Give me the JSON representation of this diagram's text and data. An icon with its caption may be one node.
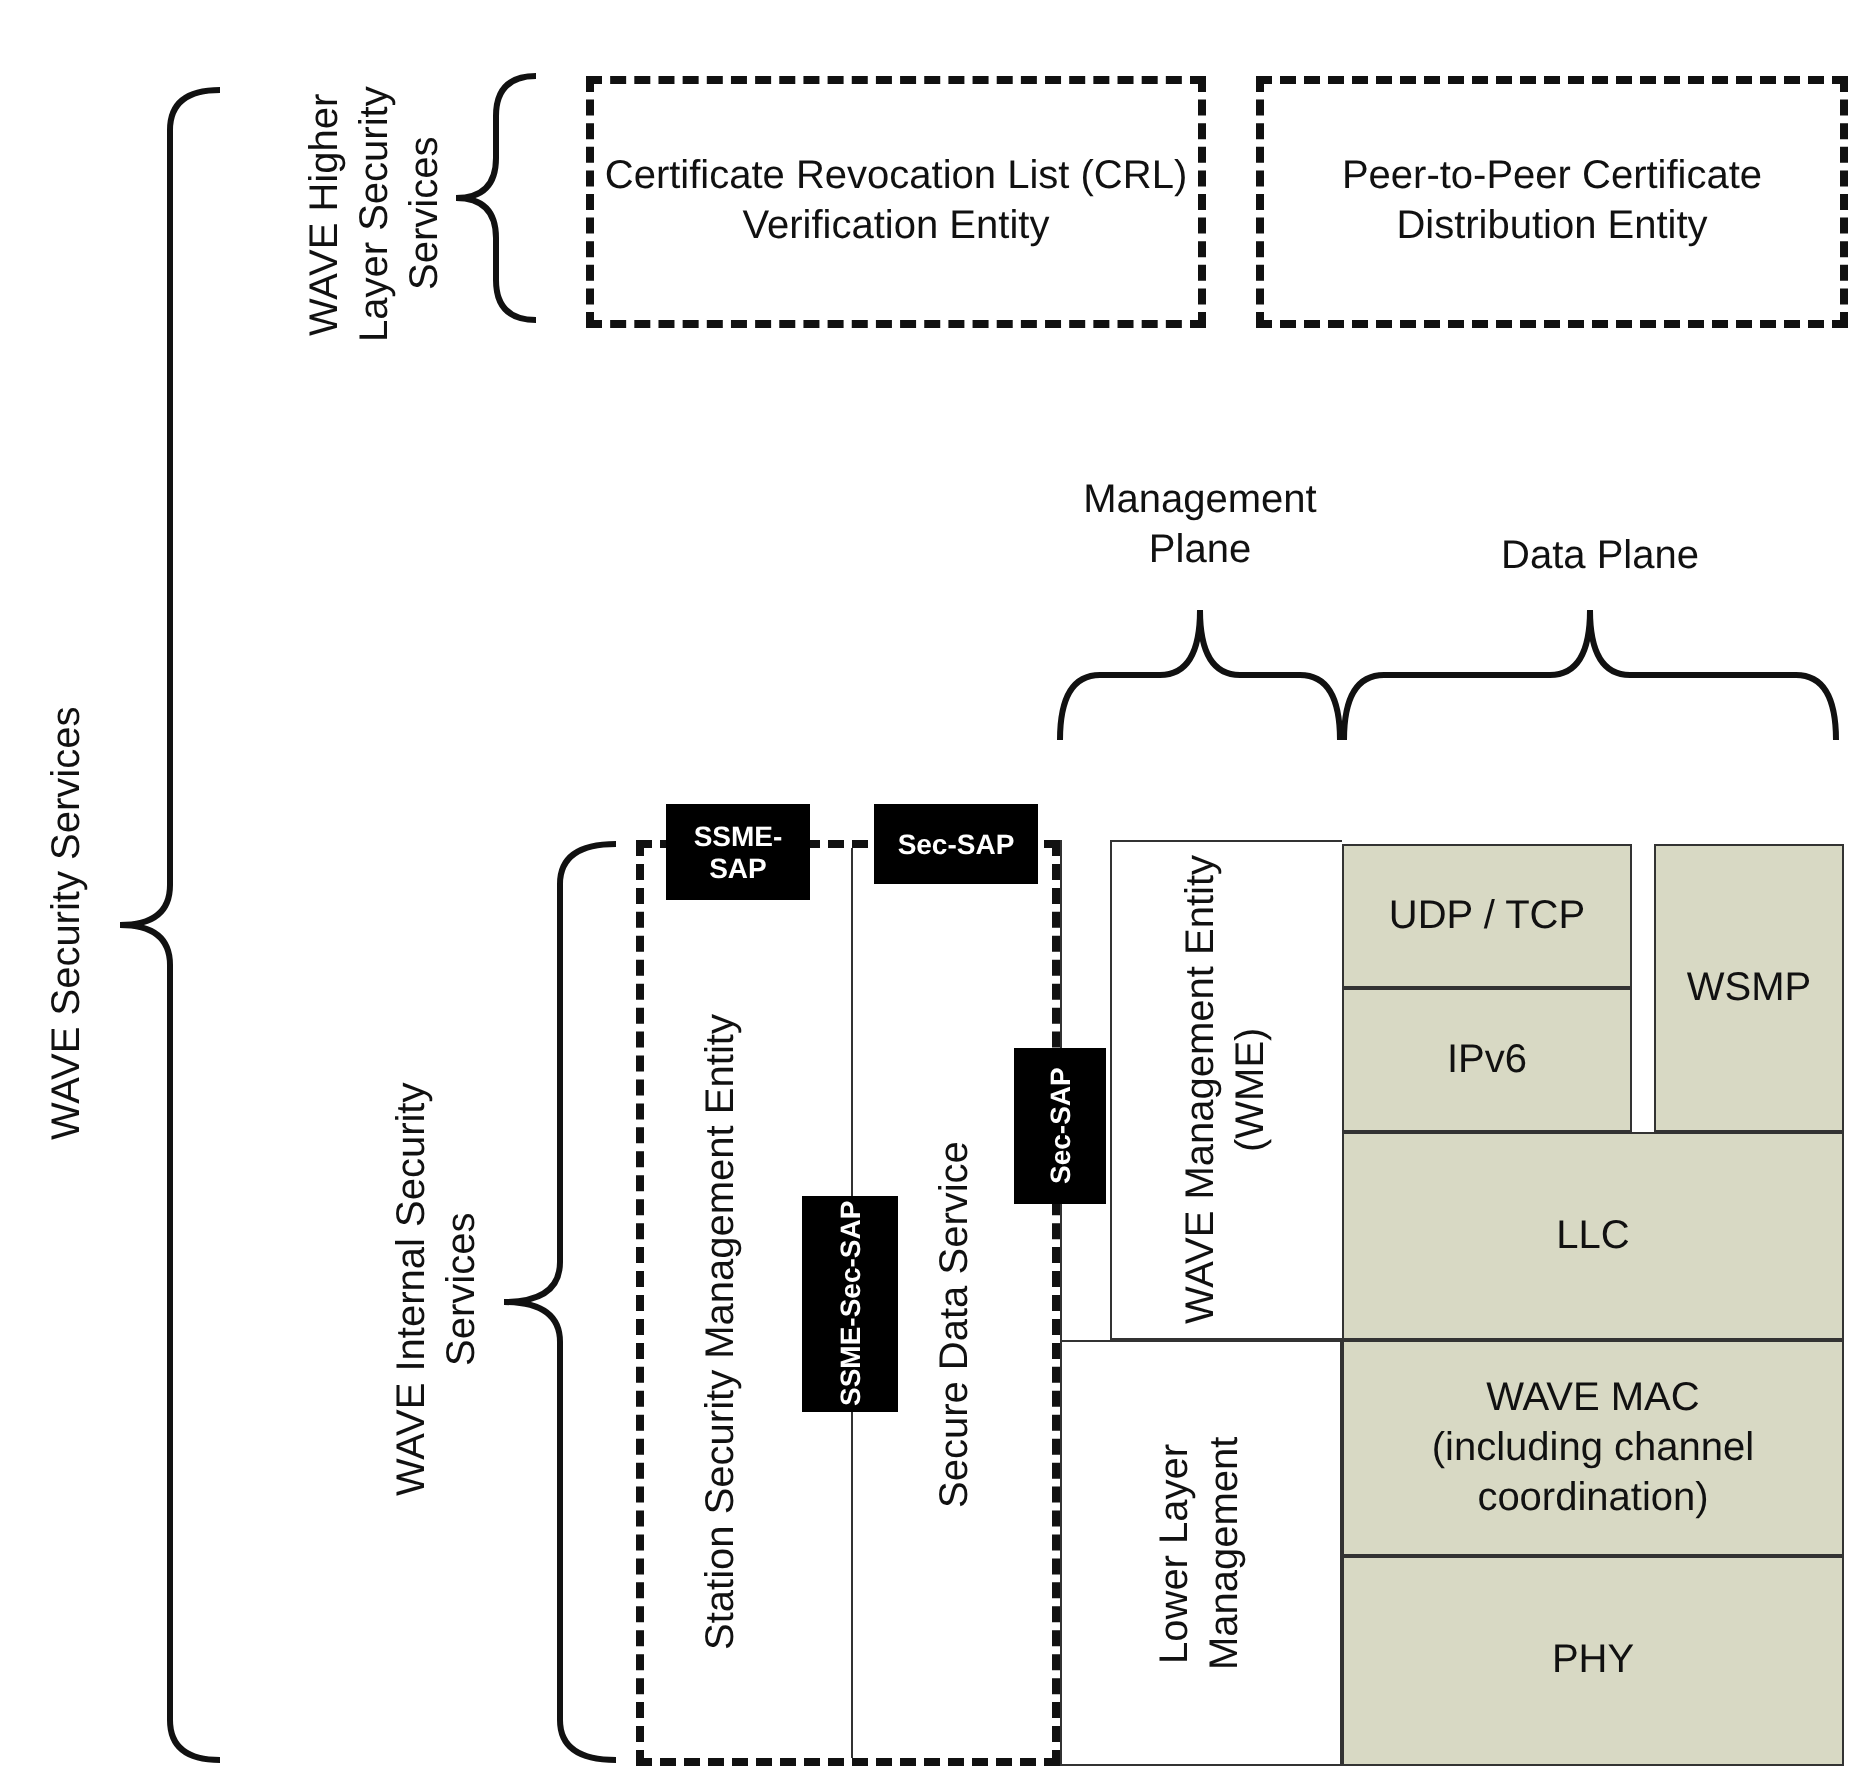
{
  "diagram": {
    "nodes": [
      {
        "text": [
          "Certificate Revocation List (CRL) Verification Entity"
        ]
      },
      {
        "text": [
          "Peer-to-Peer Certificate Distribution Entity"
        ]
      },
      {
        "text": [
          "SSME-SAP"
        ]
      },
      {
        "text": [
          "Sec-SAP"
        ]
      },
      {
        "text": [
          "Station Security Management Entity"
        ]
      },
      {
        "text": [
          "SSME-Sec-SAP"
        ]
      },
      {
        "text": [
          "Secure Data Service"
        ]
      },
      {
        "text": [
          "Sec-SAP"
        ]
      },
      {
        "text": [
          "WAVE Management Entity (WME)"
        ]
      },
      {
        "text": [
          "UDP / TCP"
        ]
      },
      {
        "text": [
          "WSMP"
        ]
      },
      {
        "text": [
          "IPv6"
        ]
      },
      {
        "text": [
          "LLC"
        ]
      },
      {
        "text": [
          "Lower Layer Management"
        ]
      },
      {
        "text": [
          "WAVE MAC (including channel coordination)"
        ]
      },
      {
        "text": [
          "PHY"
        ]
      }
    ],
    "labels": [
      "WAVE Security Services",
      "WAVE Higher Layer Security Services",
      "Management Plane",
      "Data Plane",
      "WAVE Internal Security Services"
    ]
  }
}
